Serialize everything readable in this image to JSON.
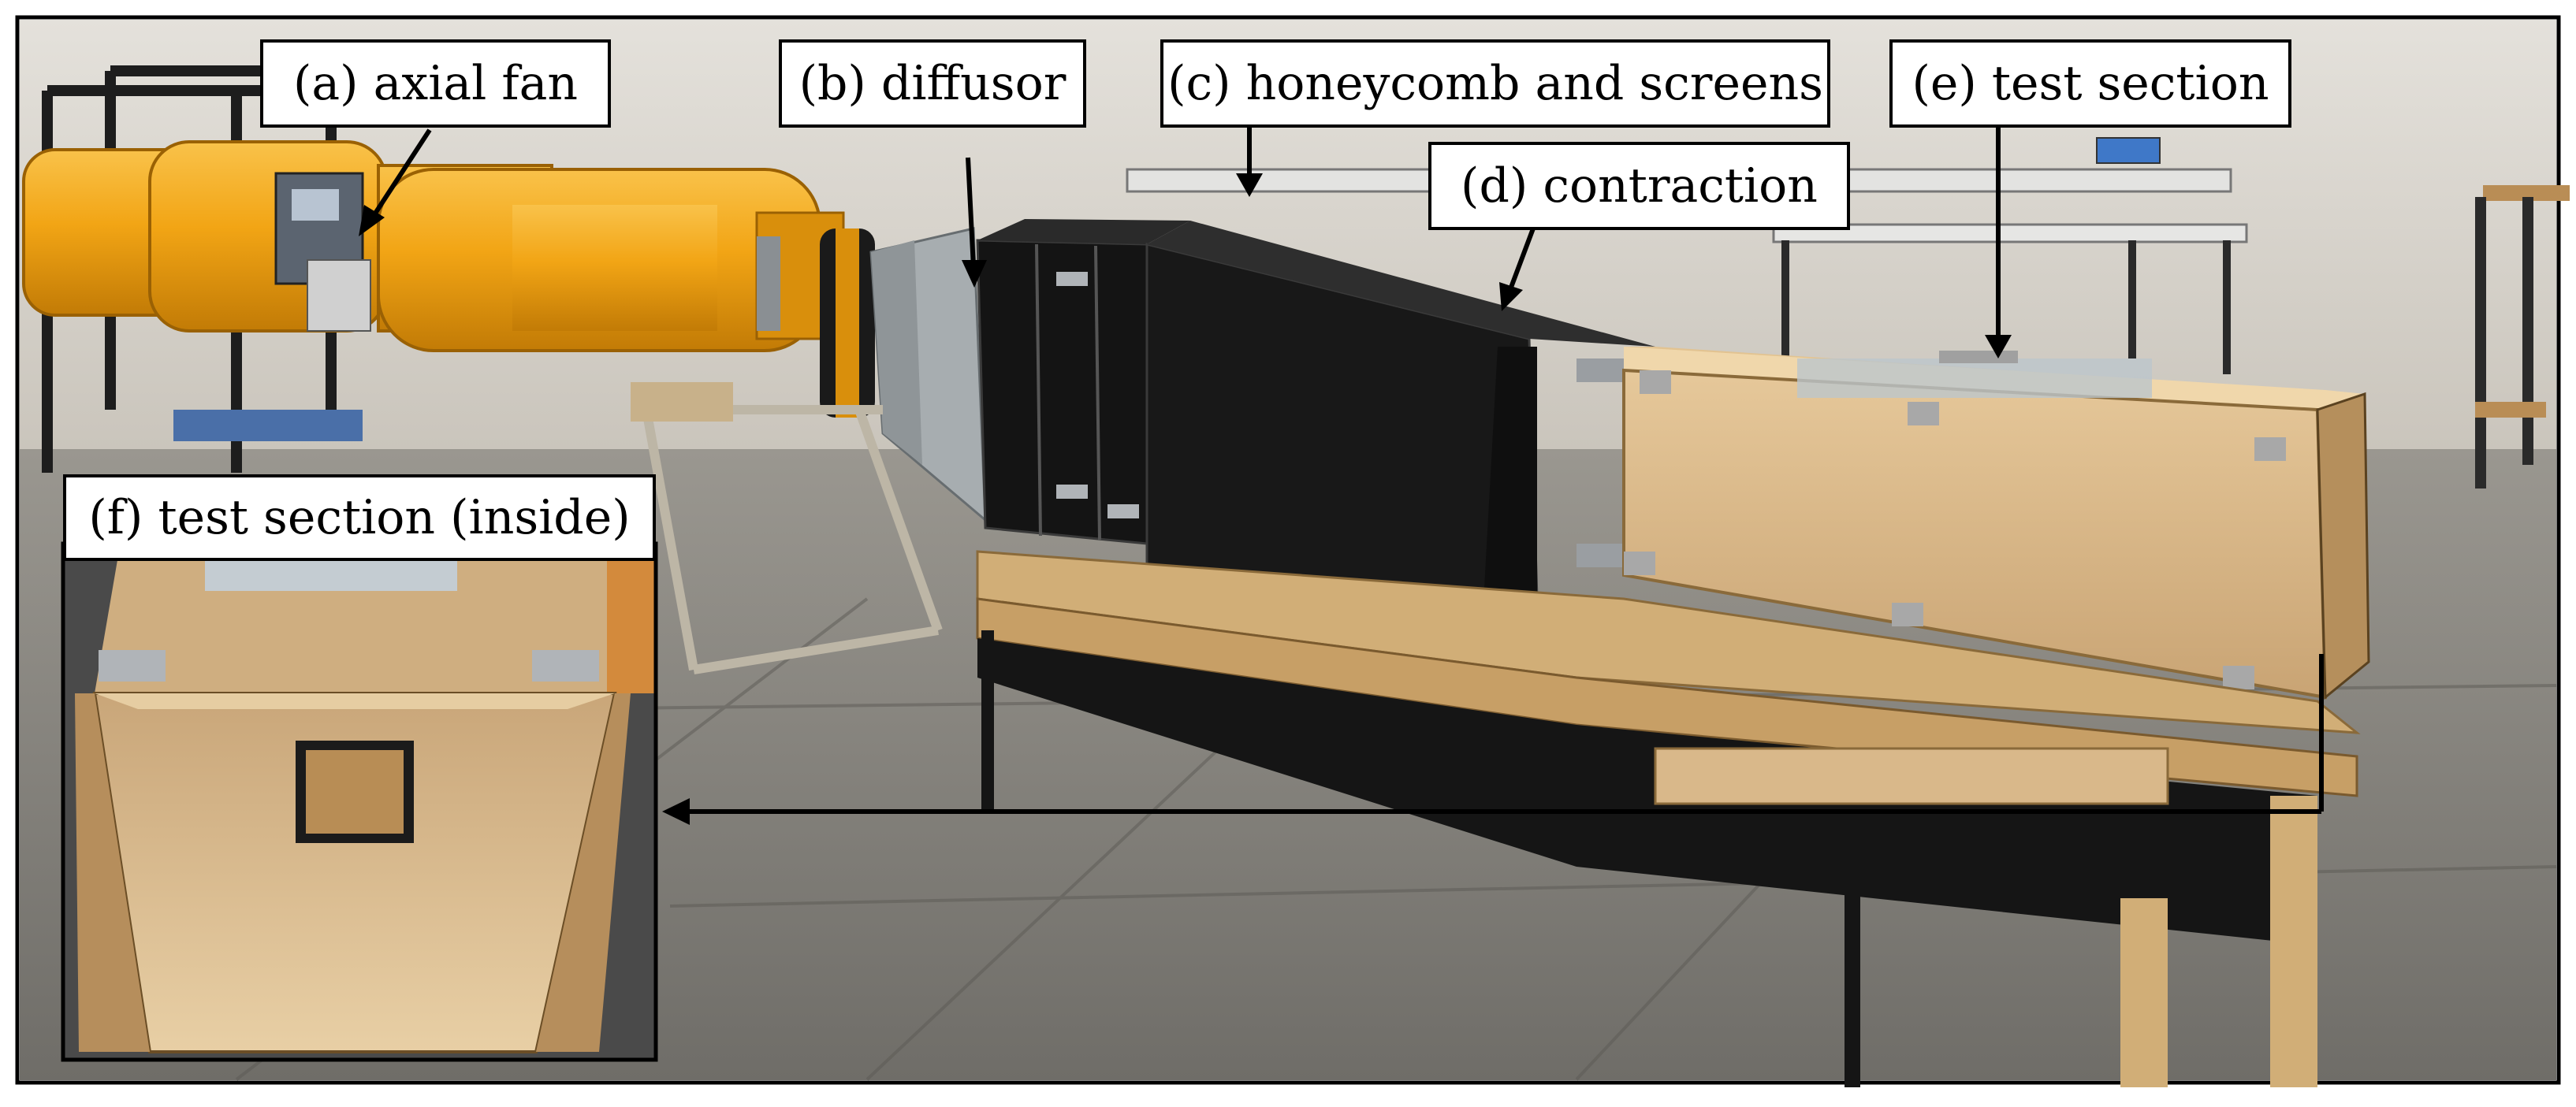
{
  "labels": {
    "a": "(a) axial fan",
    "b": "(b) diffusor",
    "c": "(c) honeycomb and screens",
    "d": "(d) contraction",
    "e": "(e) test section",
    "f": "(f) test section (inside)"
  },
  "colors": {
    "fan_yellow": "#f2a515",
    "duct_black": "#141414",
    "plywood": "#d9b88a",
    "diffuser_grey": "#a7adb0",
    "floor": "#8d8b85",
    "wall": "#d9d5ce"
  }
}
